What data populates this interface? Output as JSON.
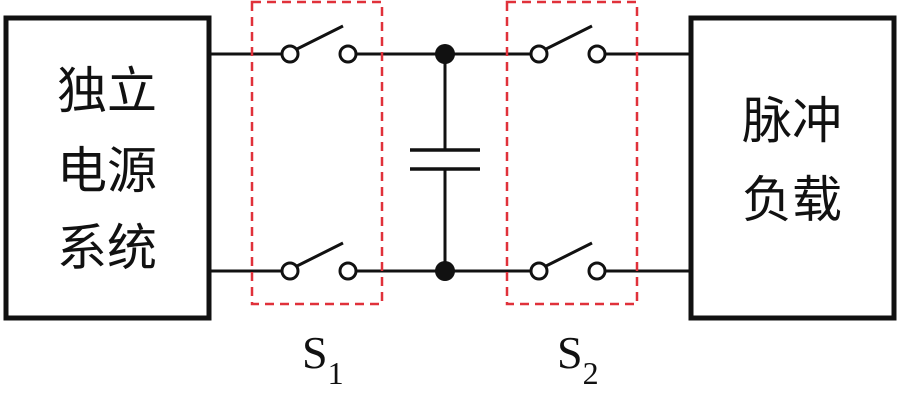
{
  "source_block": {
    "lines": [
      "独立",
      "电源",
      "系统"
    ]
  },
  "load_block": {
    "lines": [
      "脉冲",
      "负载"
    ]
  },
  "switches": [
    {
      "main": "S",
      "sub": "1"
    },
    {
      "main": "S",
      "sub": "2"
    }
  ],
  "colors": {
    "wire": "#111111",
    "switch_boundary": "#e0313a"
  }
}
